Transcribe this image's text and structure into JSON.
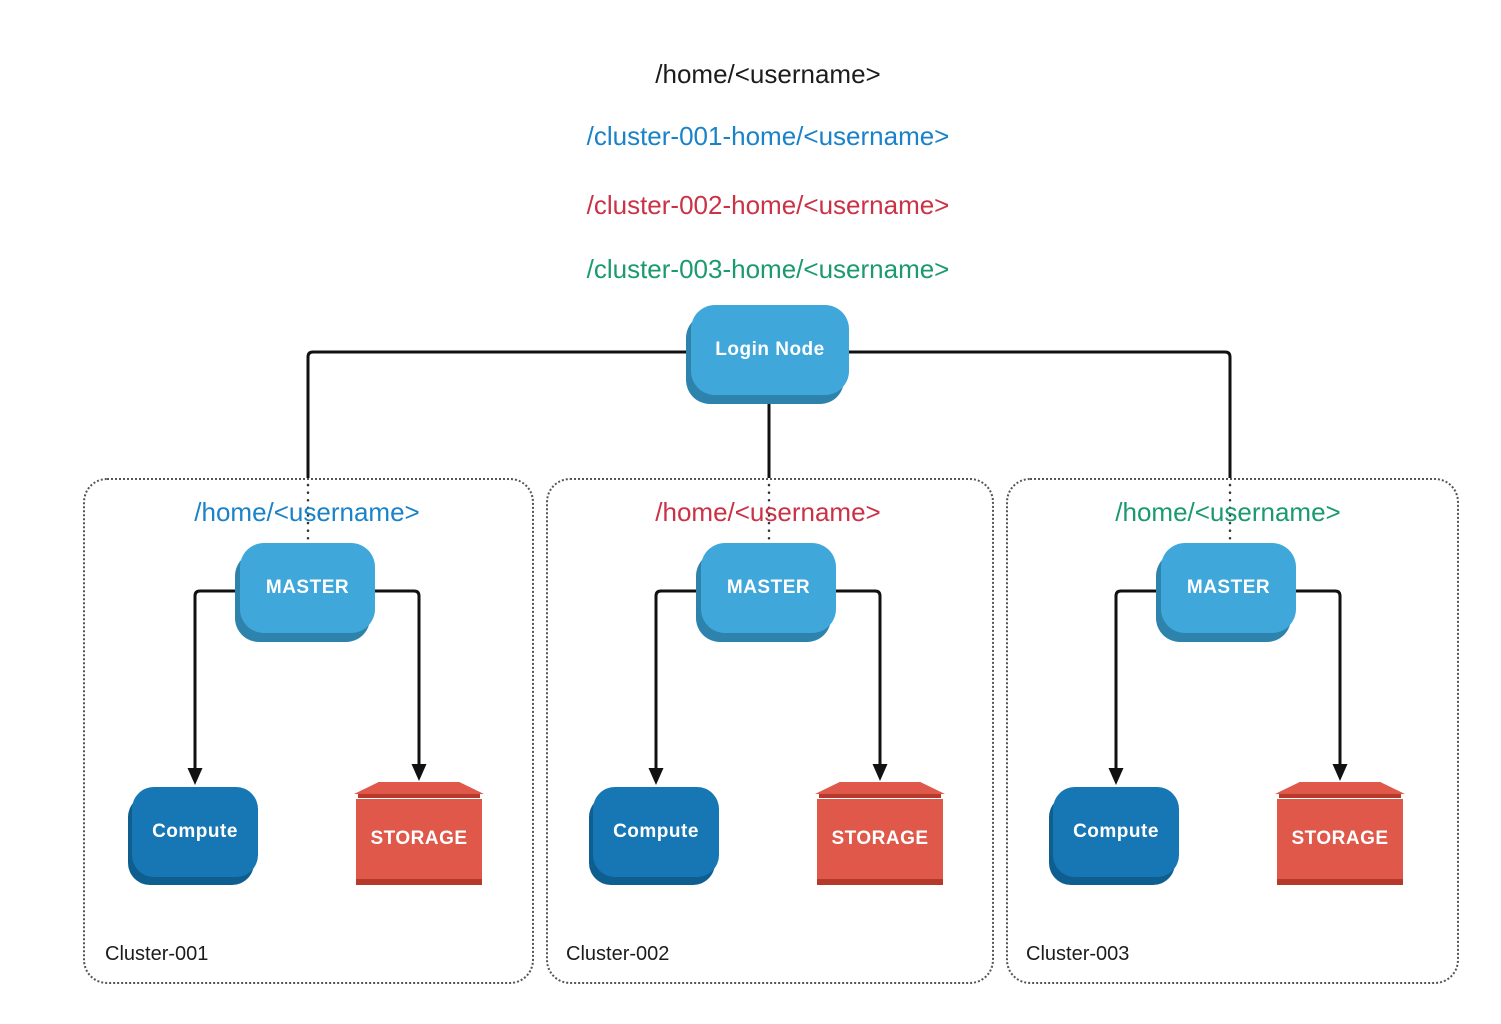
{
  "diagram": {
    "titles": [
      {
        "text": "/home/<username>",
        "color": "#1c1c1c"
      },
      {
        "text": "/cluster-001-home/<username>",
        "color": "#1a82c8"
      },
      {
        "text": "/cluster-002-home/<username>",
        "color": "#cb3246"
      },
      {
        "text": "/cluster-003-home/<username>",
        "color": "#1b9a6e"
      }
    ],
    "login_node_label": "Login Node",
    "clusters": [
      {
        "name": "Cluster-001",
        "home_path": "/home/<username>",
        "home_color": "#1a82c8",
        "master_label": "MASTER",
        "compute_label": "Compute",
        "storage_label": "STORAGE"
      },
      {
        "name": "Cluster-002",
        "home_path": "/home/<username>",
        "home_color": "#cb3246",
        "master_label": "MASTER",
        "compute_label": "Compute",
        "storage_label": "STORAGE"
      },
      {
        "name": "Cluster-003",
        "home_path": "/home/<username>",
        "home_color": "#1b9a6e",
        "master_label": "MASTER",
        "compute_label": "Compute",
        "storage_label": "STORAGE"
      }
    ],
    "colors": {
      "node_blue_light": "#3fa7da",
      "node_blue_light_shadow": "#2e83ac",
      "node_blue_dark": "#1777b5",
      "node_blue_dark_shadow": "#0e5e90",
      "storage_red": "#e0584a",
      "storage_red_dark": "#b53a2b",
      "connector_line": "#111111",
      "cluster_border": "#555555"
    }
  }
}
